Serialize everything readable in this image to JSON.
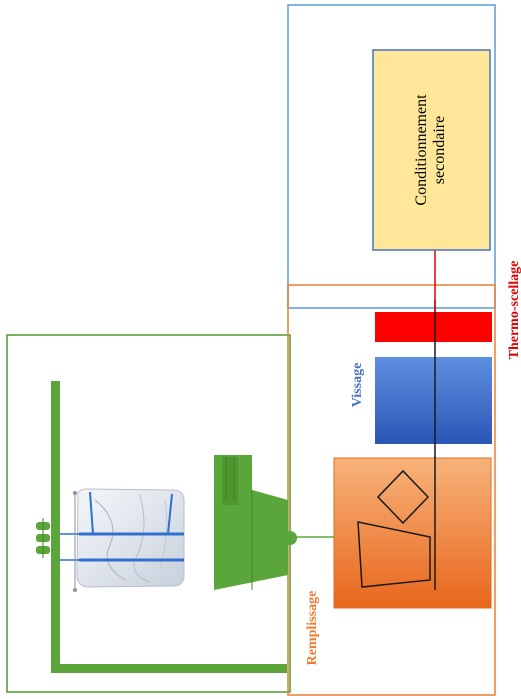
{
  "labels": {
    "conditionnement_line1": "Conditionnement",
    "conditionnement_line2": "secondaire",
    "thermo_scellage": "Thermo-scellage",
    "vissage": "Vissage",
    "remplissage": "Remplissage"
  },
  "colors": {
    "green": "#5aa63a",
    "green_frame": "#4e9a2e",
    "orange": "#ed7d31",
    "orange_dark": "#e5691a",
    "orange_light": "#f6b074",
    "blue_frame": "#5b9bd5",
    "blue": "#3465c6",
    "red": "#ff0000",
    "red_text": "#e00000",
    "cond_fill": "#ffe699",
    "cond_border": "#4472c4",
    "vissage_text": "#4472c4"
  }
}
